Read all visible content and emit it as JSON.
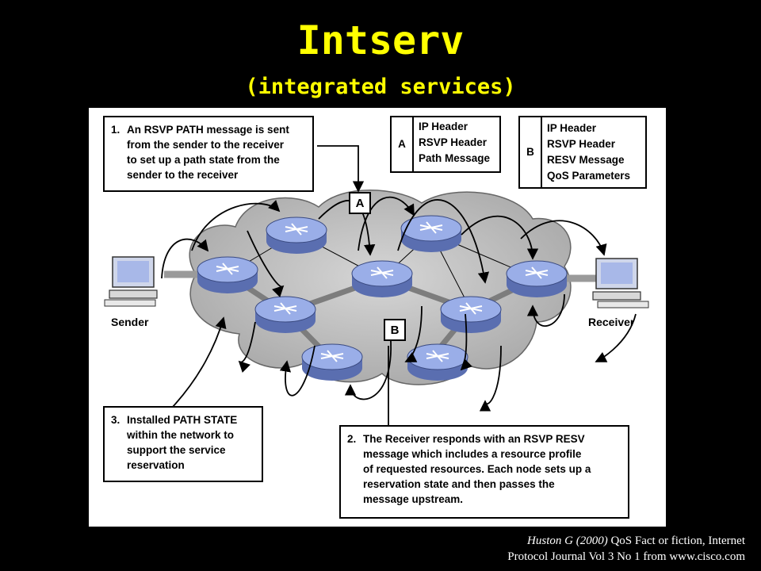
{
  "title": "Intserv",
  "subtitle": "(integrated services)",
  "steps": {
    "step1": {
      "number": "1.",
      "text": [
        "An RSVP PATH message is sent",
        "from the sender to the receiver",
        "to set up a path state from the",
        "sender to the receiver"
      ]
    },
    "step2": {
      "number": "2.",
      "text": [
        "The Receiver responds with an RSVP RESV",
        "message which includes a resource profile",
        "of requested resources. Each node sets up a",
        "reservation state and then passes the",
        "message upstream."
      ]
    },
    "step3": {
      "number": "3.",
      "text": [
        "Installed PATH STATE",
        "within the network to",
        "support the service",
        "reservation"
      ]
    }
  },
  "headers": {
    "A": {
      "letter": "A",
      "lines": [
        "IP Header",
        "RSVP Header",
        "Path Message"
      ]
    },
    "B": {
      "letter": "B",
      "lines": [
        "IP Header",
        "RSVP Header",
        "RESV Message",
        "QoS Parameters"
      ]
    }
  },
  "tags": {
    "a": "A",
    "b": "B"
  },
  "hosts": {
    "sender": "Sender",
    "receiver": "Receiver"
  },
  "caption": {
    "author": "Huston G (2000)",
    "line1_rest": " QoS Fact or fiction, Internet",
    "line2": "Protocol Journal Vol 3 No 1 from www.cisco.com"
  },
  "colors": {
    "title": "#ffff00",
    "background": "#000000",
    "router": "#8a9ee0",
    "cloud": "#c8c8c8"
  }
}
